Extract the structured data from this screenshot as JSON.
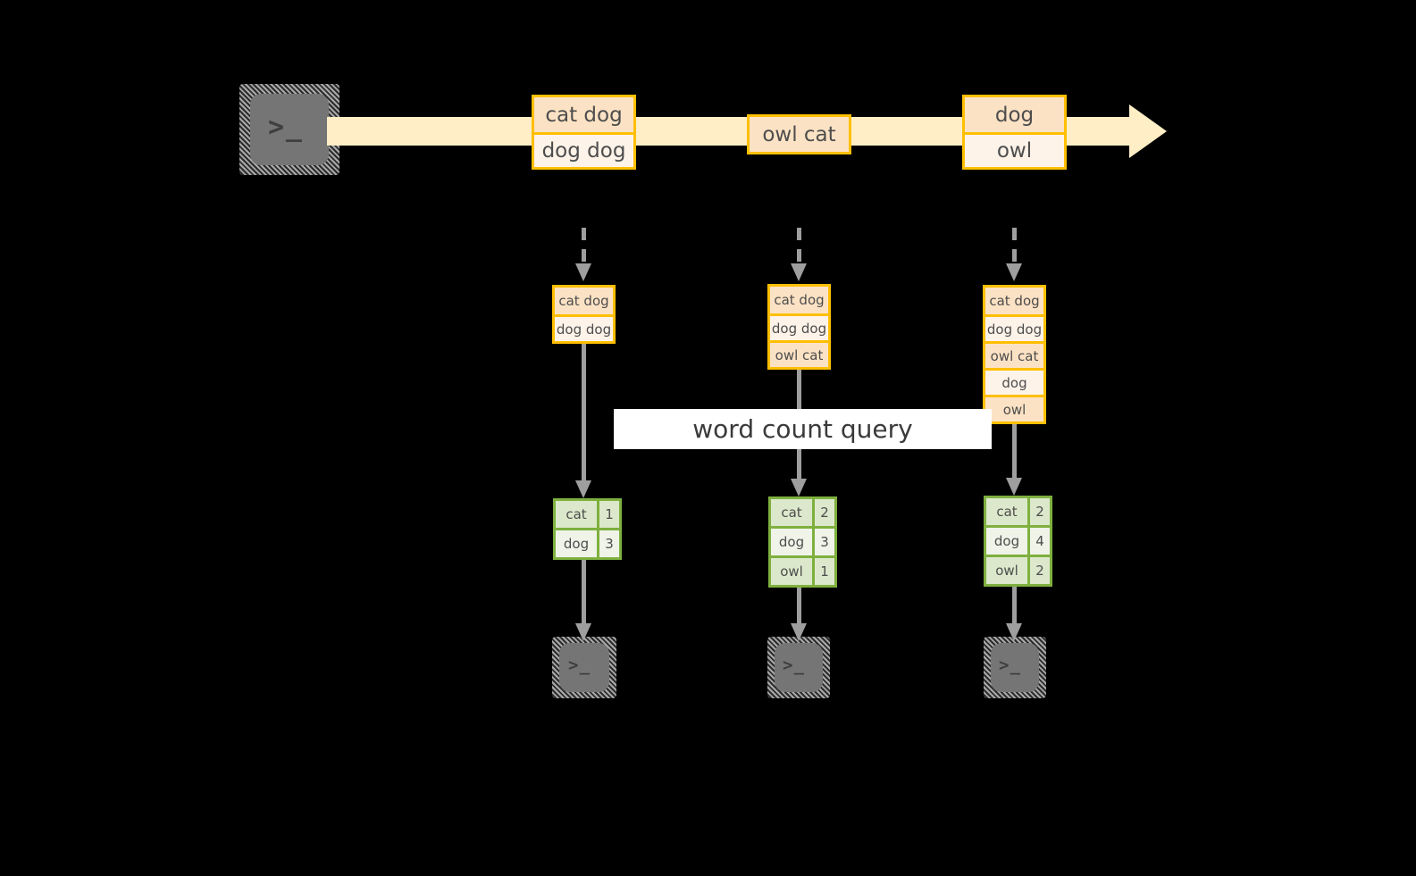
{
  "diagram": {
    "caption": "word count query",
    "colors": {
      "record_border": "#ffbf00",
      "record_fill_dark": "#fce2c4",
      "record_fill_light": "#fef3e9",
      "stream_fill": "#ffeec6",
      "result_border": "#7eb03e",
      "result_fill_dark": "#dce8cb",
      "result_fill_light": "#eff3e8",
      "arrow_grey": "#9e9e9e",
      "terminal_face": "#757575",
      "background": "#000000"
    },
    "source": {
      "icon": "terminal-icon",
      "prompt": ">_"
    },
    "stream": {
      "records": [
        {
          "lines": [
            "cat dog",
            "dog dog"
          ]
        },
        {
          "lines": [
            "owl cat"
          ]
        },
        {
          "lines": [
            "dog",
            "owl"
          ]
        }
      ]
    },
    "columns": [
      {
        "input_rows": [
          "cat dog",
          "dog dog"
        ],
        "result": {
          "rows": [
            {
              "word": "cat",
              "count": "1"
            },
            {
              "word": "dog",
              "count": "3"
            }
          ]
        },
        "sink": {
          "icon": "terminal-icon",
          "prompt": ">_"
        }
      },
      {
        "input_rows": [
          "cat dog",
          "dog dog",
          "owl cat"
        ],
        "result": {
          "rows": [
            {
              "word": "cat",
              "count": "2"
            },
            {
              "word": "dog",
              "count": "3"
            },
            {
              "word": "owl",
              "count": "1"
            }
          ]
        },
        "sink": {
          "icon": "terminal-icon",
          "prompt": ">_"
        }
      },
      {
        "input_rows": [
          "cat dog",
          "dog dog",
          "owl cat",
          "dog",
          "owl"
        ],
        "result": {
          "rows": [
            {
              "word": "cat",
              "count": "2"
            },
            {
              "word": "dog",
              "count": "4"
            },
            {
              "word": "owl",
              "count": "2"
            }
          ]
        },
        "sink": {
          "icon": "terminal-icon",
          "prompt": ">_"
        }
      }
    ]
  }
}
